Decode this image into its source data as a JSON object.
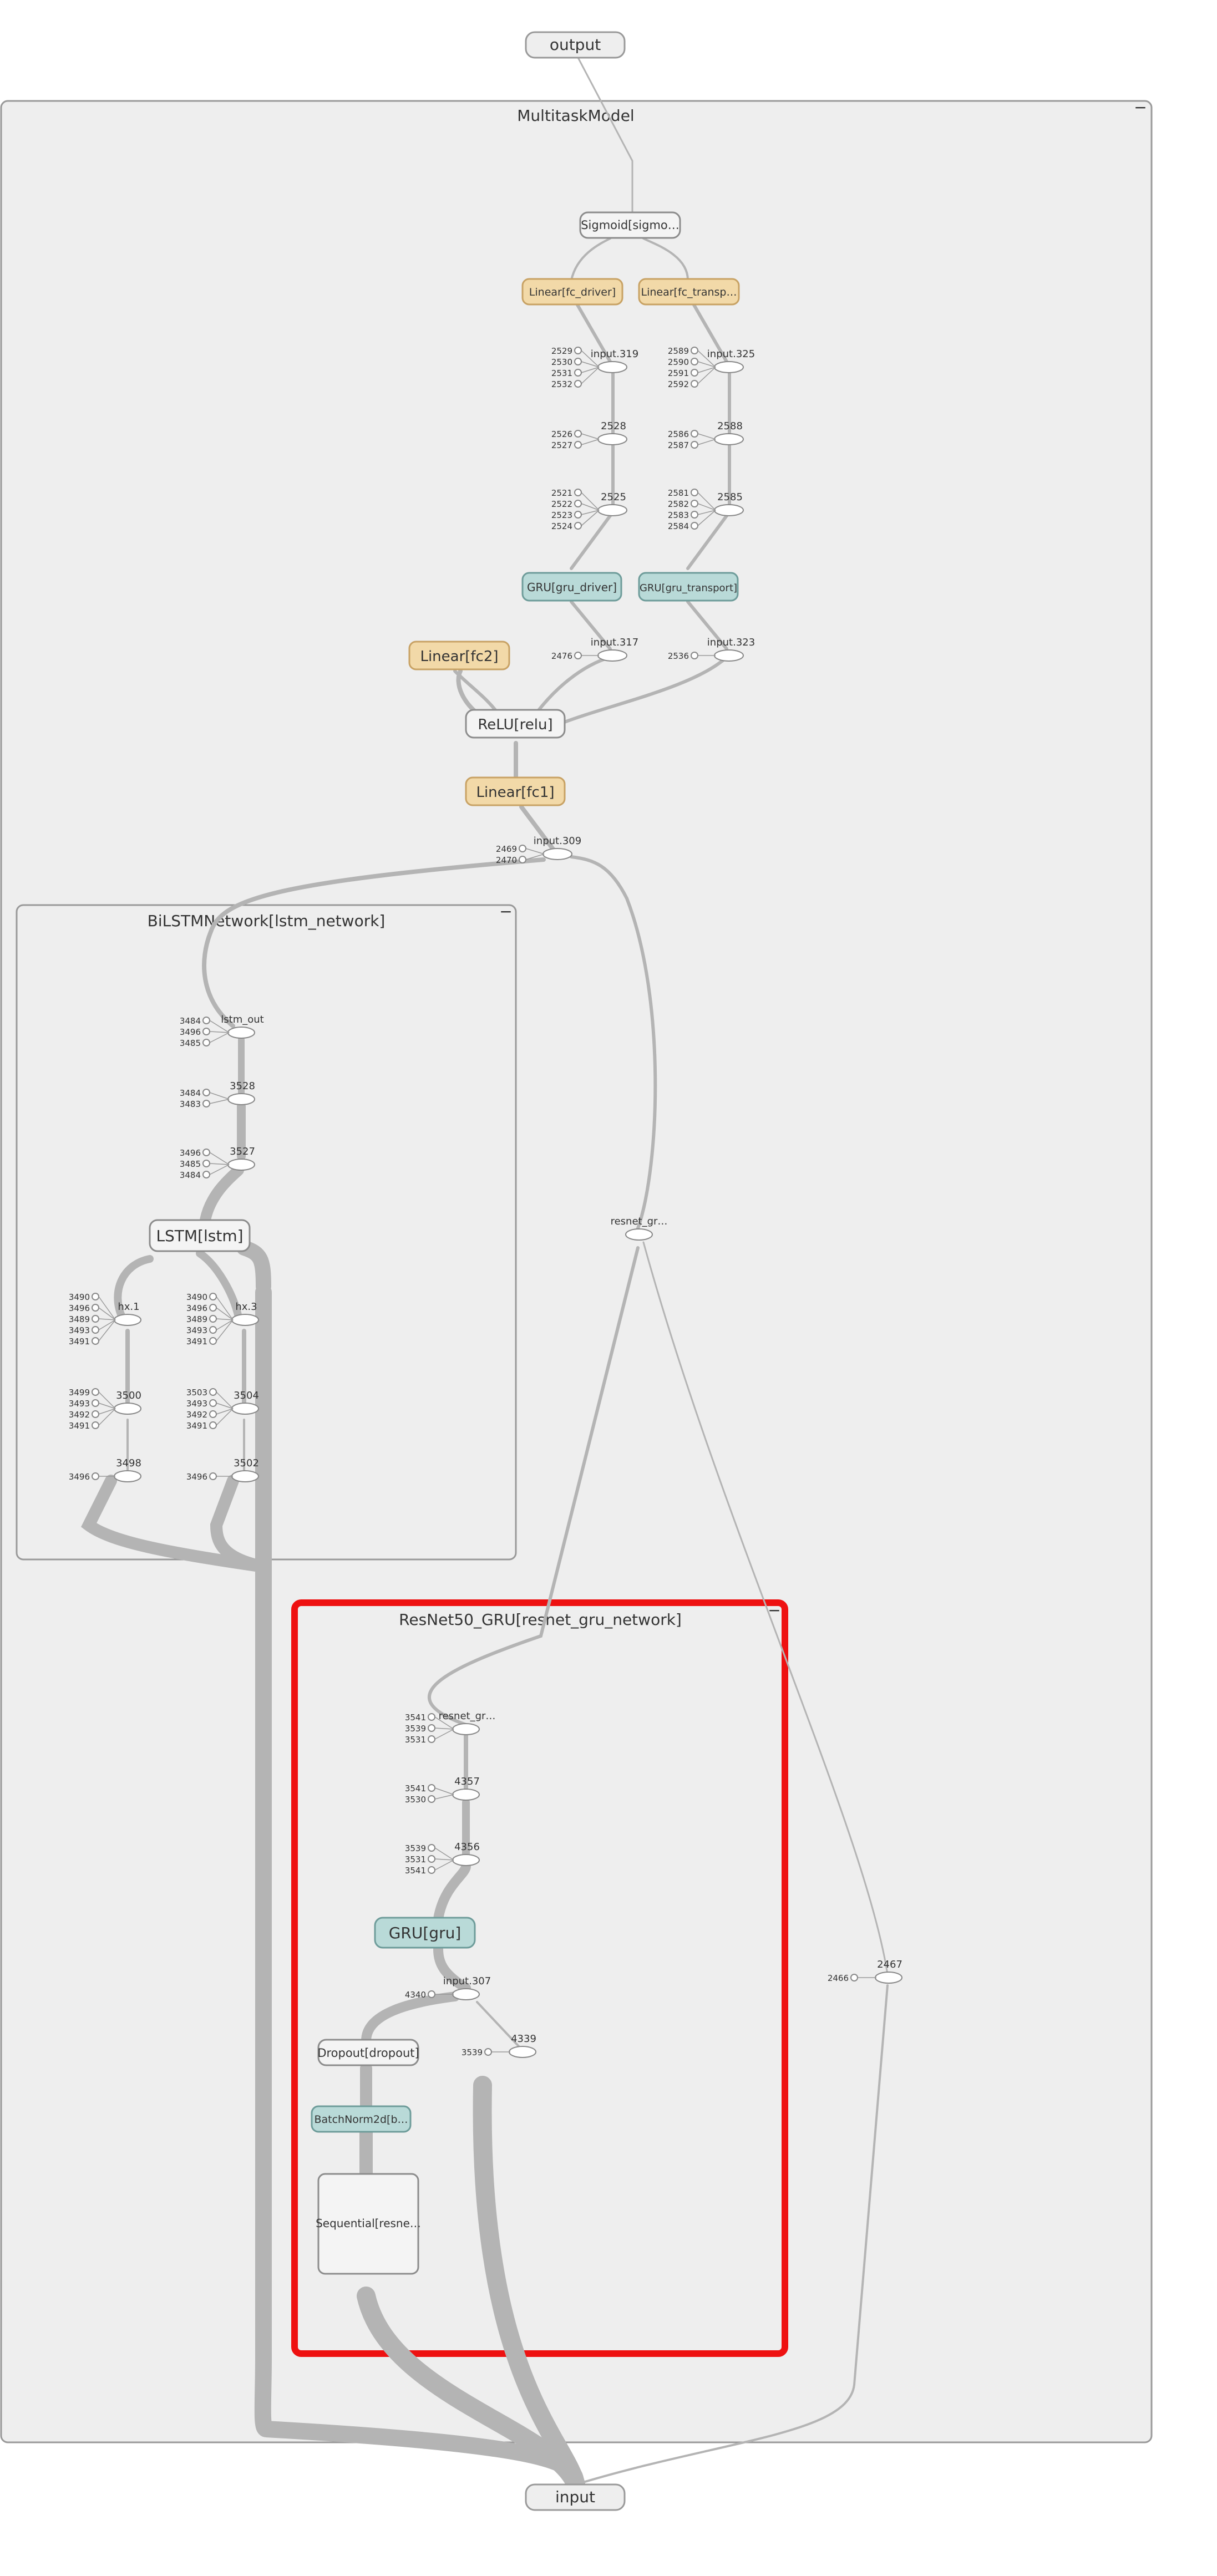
{
  "colors": {
    "panel_bg": "#eeeeee",
    "panel_border": "#999999",
    "edge": "#b4b4b4",
    "linear_fill": "#f2d9a8",
    "linear_stroke": "#c8a264",
    "gru_fill": "#b9dad8",
    "gru_stroke": "#6e9c9a",
    "node_fill": "#f4f4f4",
    "node_stroke": "#8c8c8c",
    "highlight": "#ee1111"
  },
  "graph": {
    "title_output": "output",
    "title_input": "input",
    "outer": {
      "title": "MultitaskModel",
      "collapse": "−"
    },
    "lstm_panel": {
      "title": "BiLSTMNetwork[lstm_network]",
      "collapse": "−"
    },
    "resnet_panel": {
      "title": "ResNet50_GRU[resnet_gru_network]",
      "collapse": "−"
    },
    "nodes": {
      "sigmoid": "Sigmoid[sigmo…",
      "fc_driver": "Linear[fc_driver]",
      "fc_transport": "Linear[fc_transp…",
      "gru_driver": "GRU[gru_driver]",
      "gru_transport": "GRU[gru_transport]",
      "fc2": "Linear[fc2]",
      "relu": "ReLU[relu]",
      "fc1": "Linear[fc1]",
      "lstm": "LSTM[lstm]",
      "gru": "GRU[gru]",
      "dropout": "Dropout[dropout]",
      "batchnorm": "BatchNorm2d[b…",
      "sequential": "Sequential[resne…"
    },
    "ops": {
      "input319": "input.319",
      "n2528": "2528",
      "n2525": "2525",
      "input317": "input.317",
      "input325": "input.325",
      "n2588": "2588",
      "n2585": "2585",
      "input323": "input.323",
      "input309": "input.309",
      "resnet_out": "resnet_gr…",
      "lstm_out": "lstm_out",
      "n3528": "3528",
      "n3527": "3527",
      "hx1": "hx.1",
      "n3500": "3500",
      "n3498": "3498",
      "hx3": "hx.3",
      "n3504": "3504",
      "n3502": "3502",
      "resnet_gr_in": "resnet_gr…",
      "n4357": "4357",
      "n4356": "4356",
      "input307": "input.307",
      "n4339": "4339",
      "n2467": "2467"
    },
    "consts": {
      "c319": [
        "2529",
        "2530",
        "2531",
        "2532"
      ],
      "c2528": [
        "2526",
        "2527"
      ],
      "c2525": [
        "2521",
        "2522",
        "2523",
        "2524"
      ],
      "c317": [
        "2476"
      ],
      "c325": [
        "2589",
        "2590",
        "2591",
        "2592"
      ],
      "c2588": [
        "2586",
        "2587"
      ],
      "c2585": [
        "2581",
        "2582",
        "2583",
        "2584"
      ],
      "c323": [
        "2536"
      ],
      "c309": [
        "2469",
        "2470"
      ],
      "clstm_out": [
        "3484",
        "3496",
        "3485"
      ],
      "c3528": [
        "3484",
        "3483"
      ],
      "c3527": [
        "3496",
        "3485",
        "3484"
      ],
      "chx1": [
        "3490",
        "3496",
        "3489",
        "3493",
        "3491"
      ],
      "c3500": [
        "3499",
        "3493",
        "3492",
        "3491"
      ],
      "c3498": [
        "3496"
      ],
      "chx3": [
        "3490",
        "3496",
        "3489",
        "3493",
        "3491"
      ],
      "c3504": [
        "3503",
        "3493",
        "3492",
        "3491"
      ],
      "c3502": [
        "3496"
      ],
      "cres": [
        "3541",
        "3539",
        "3531"
      ],
      "c4357": [
        "3541",
        "3530"
      ],
      "c4356": [
        "3539",
        "3531",
        "3541"
      ],
      "c307": [
        "4340"
      ],
      "c4339": [
        "3539"
      ],
      "c2467": [
        "2466"
      ]
    }
  }
}
